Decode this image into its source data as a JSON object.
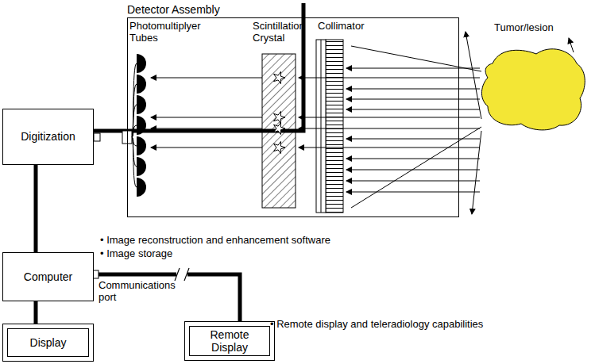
{
  "diagram": {
    "nodes": [
      {
        "text": [
          "Detector Assembly"
        ]
      },
      {
        "text": [
          "Tumor/lesion"
        ]
      },
      {
        "text": [
          "Digitization"
        ]
      },
      {
        "text": [
          "Computer"
        ]
      },
      {
        "text": [
          "Display"
        ]
      },
      {
        "text": [
          "Remote Display"
        ]
      }
    ],
    "edges": [
      {
        "from": 2,
        "to": 0,
        "arrow": "none"
      },
      {
        "from": 2,
        "to": 3,
        "arrow": "none"
      },
      {
        "from": 3,
        "to": 4,
        "arrow": "none"
      },
      {
        "from": 3,
        "to": 5,
        "arrow": "none"
      }
    ],
    "labels": [
      "Photomultiplyer Tubes",
      "Scintillation Crystal",
      "Collimator",
      "• Image reconstruction and enhancement software",
      "• Image storage",
      "Communications port",
      "• Remote display and teleradiology capabilities"
    ]
  }
}
